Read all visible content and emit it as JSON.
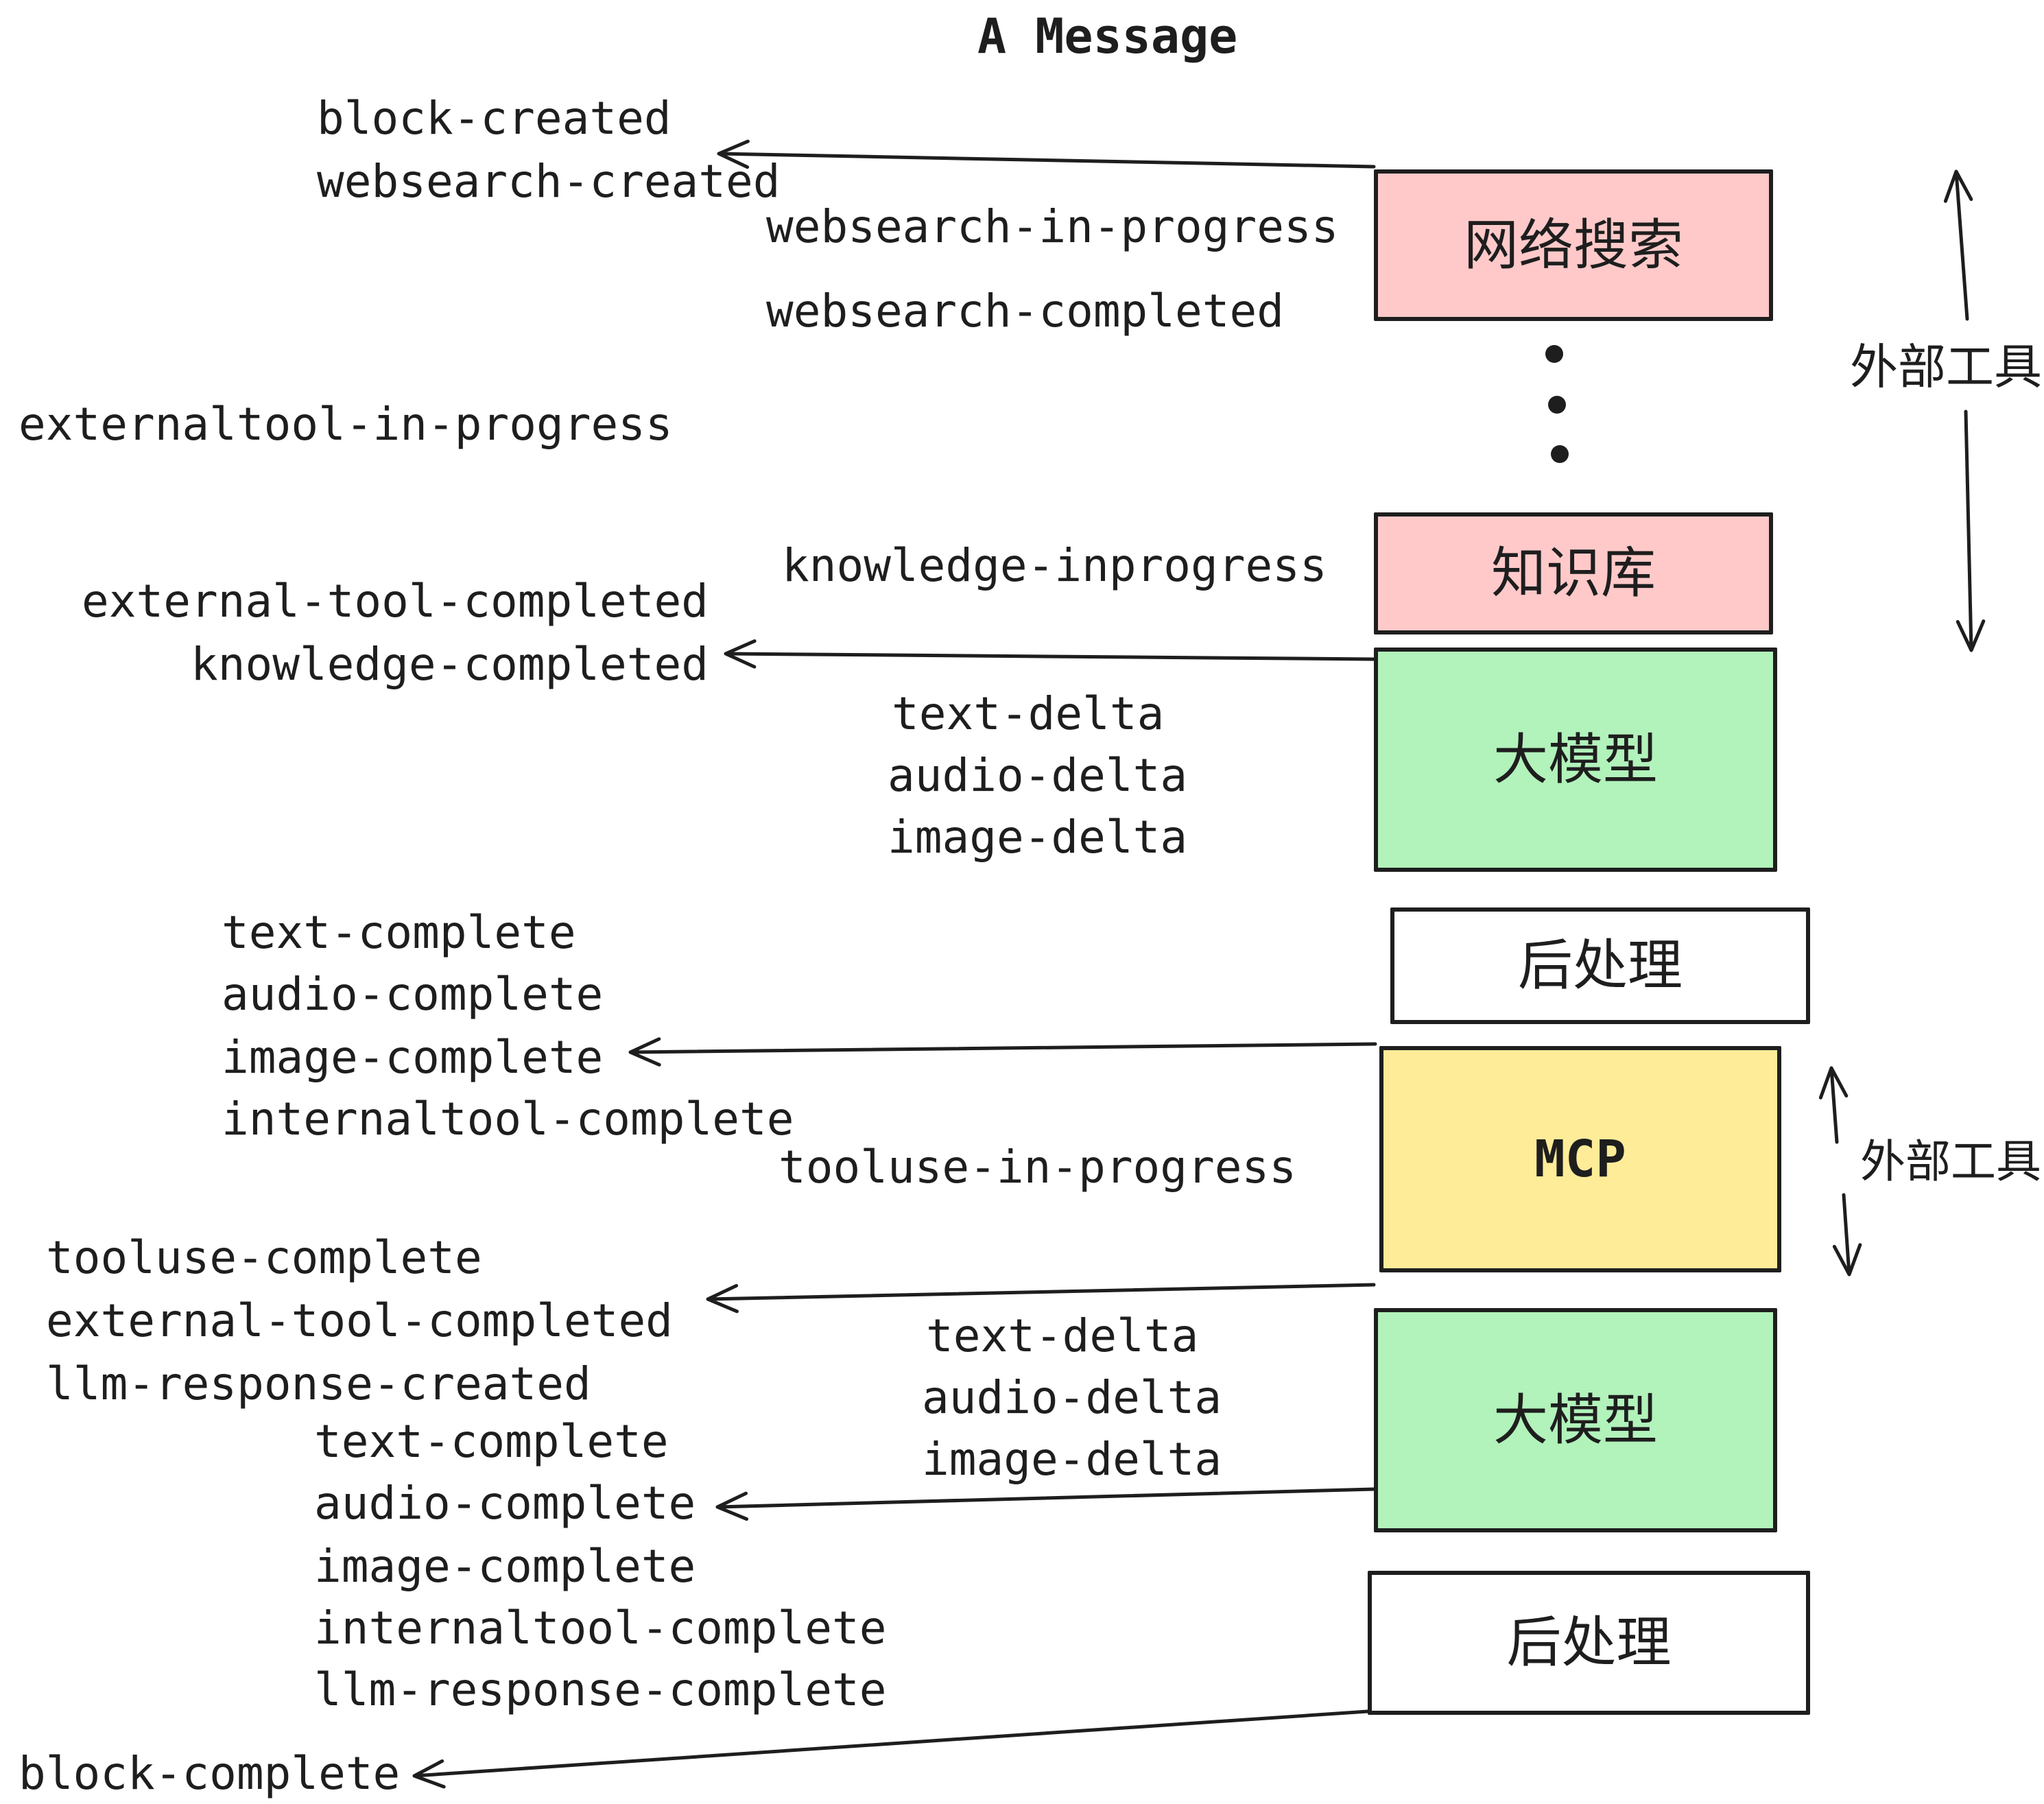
{
  "title": "A Message",
  "colors": {
    "pink": "#ffc9c9",
    "green": "#b2f2bb",
    "yellow": "#ffec99",
    "white": "#ffffff",
    "border": "#1e1e1e",
    "text": "#1e1e1e"
  },
  "boxes": [
    {
      "id": "websearch",
      "label": "网络搜索",
      "color": "pink"
    },
    {
      "id": "knowledge",
      "label": "知识库",
      "color": "pink"
    },
    {
      "id": "llm-1",
      "label": "大模型",
      "color": "green"
    },
    {
      "id": "postprocess-1",
      "label": "后处理",
      "color": "white"
    },
    {
      "id": "mcp",
      "label": "MCP",
      "color": "yellow"
    },
    {
      "id": "llm-2",
      "label": "大模型",
      "color": "green"
    },
    {
      "id": "postprocess-2",
      "label": "后处理",
      "color": "white"
    }
  ],
  "side_labels": [
    {
      "label": "外部工具"
    },
    {
      "label": "外部工具"
    }
  ],
  "events": [
    {
      "text": "block-created"
    },
    {
      "text": "websearch-created"
    },
    {
      "text": "websearch-in-progress"
    },
    {
      "text": "websearch-completed"
    },
    {
      "text": "externaltool-in-progress"
    },
    {
      "text": "knowledge-inprogress"
    },
    {
      "text": "external-tool-completed"
    },
    {
      "text": "knowledge-completed"
    },
    {
      "text": "text-delta"
    },
    {
      "text": "audio-delta"
    },
    {
      "text": "image-delta"
    },
    {
      "text": "text-complete"
    },
    {
      "text": "audio-complete"
    },
    {
      "text": "image-complete"
    },
    {
      "text": "internaltool-complete"
    },
    {
      "text": "tooluse-in-progress"
    },
    {
      "text": "tooluse-complete"
    },
    {
      "text": "external-tool-completed"
    },
    {
      "text": "llm-response-created"
    },
    {
      "text": "text-complete"
    },
    {
      "text": "audio-complete"
    },
    {
      "text": "image-complete"
    },
    {
      "text": "internaltool-complete"
    },
    {
      "text": "llm-response-complete"
    },
    {
      "text": "block-complete"
    }
  ]
}
